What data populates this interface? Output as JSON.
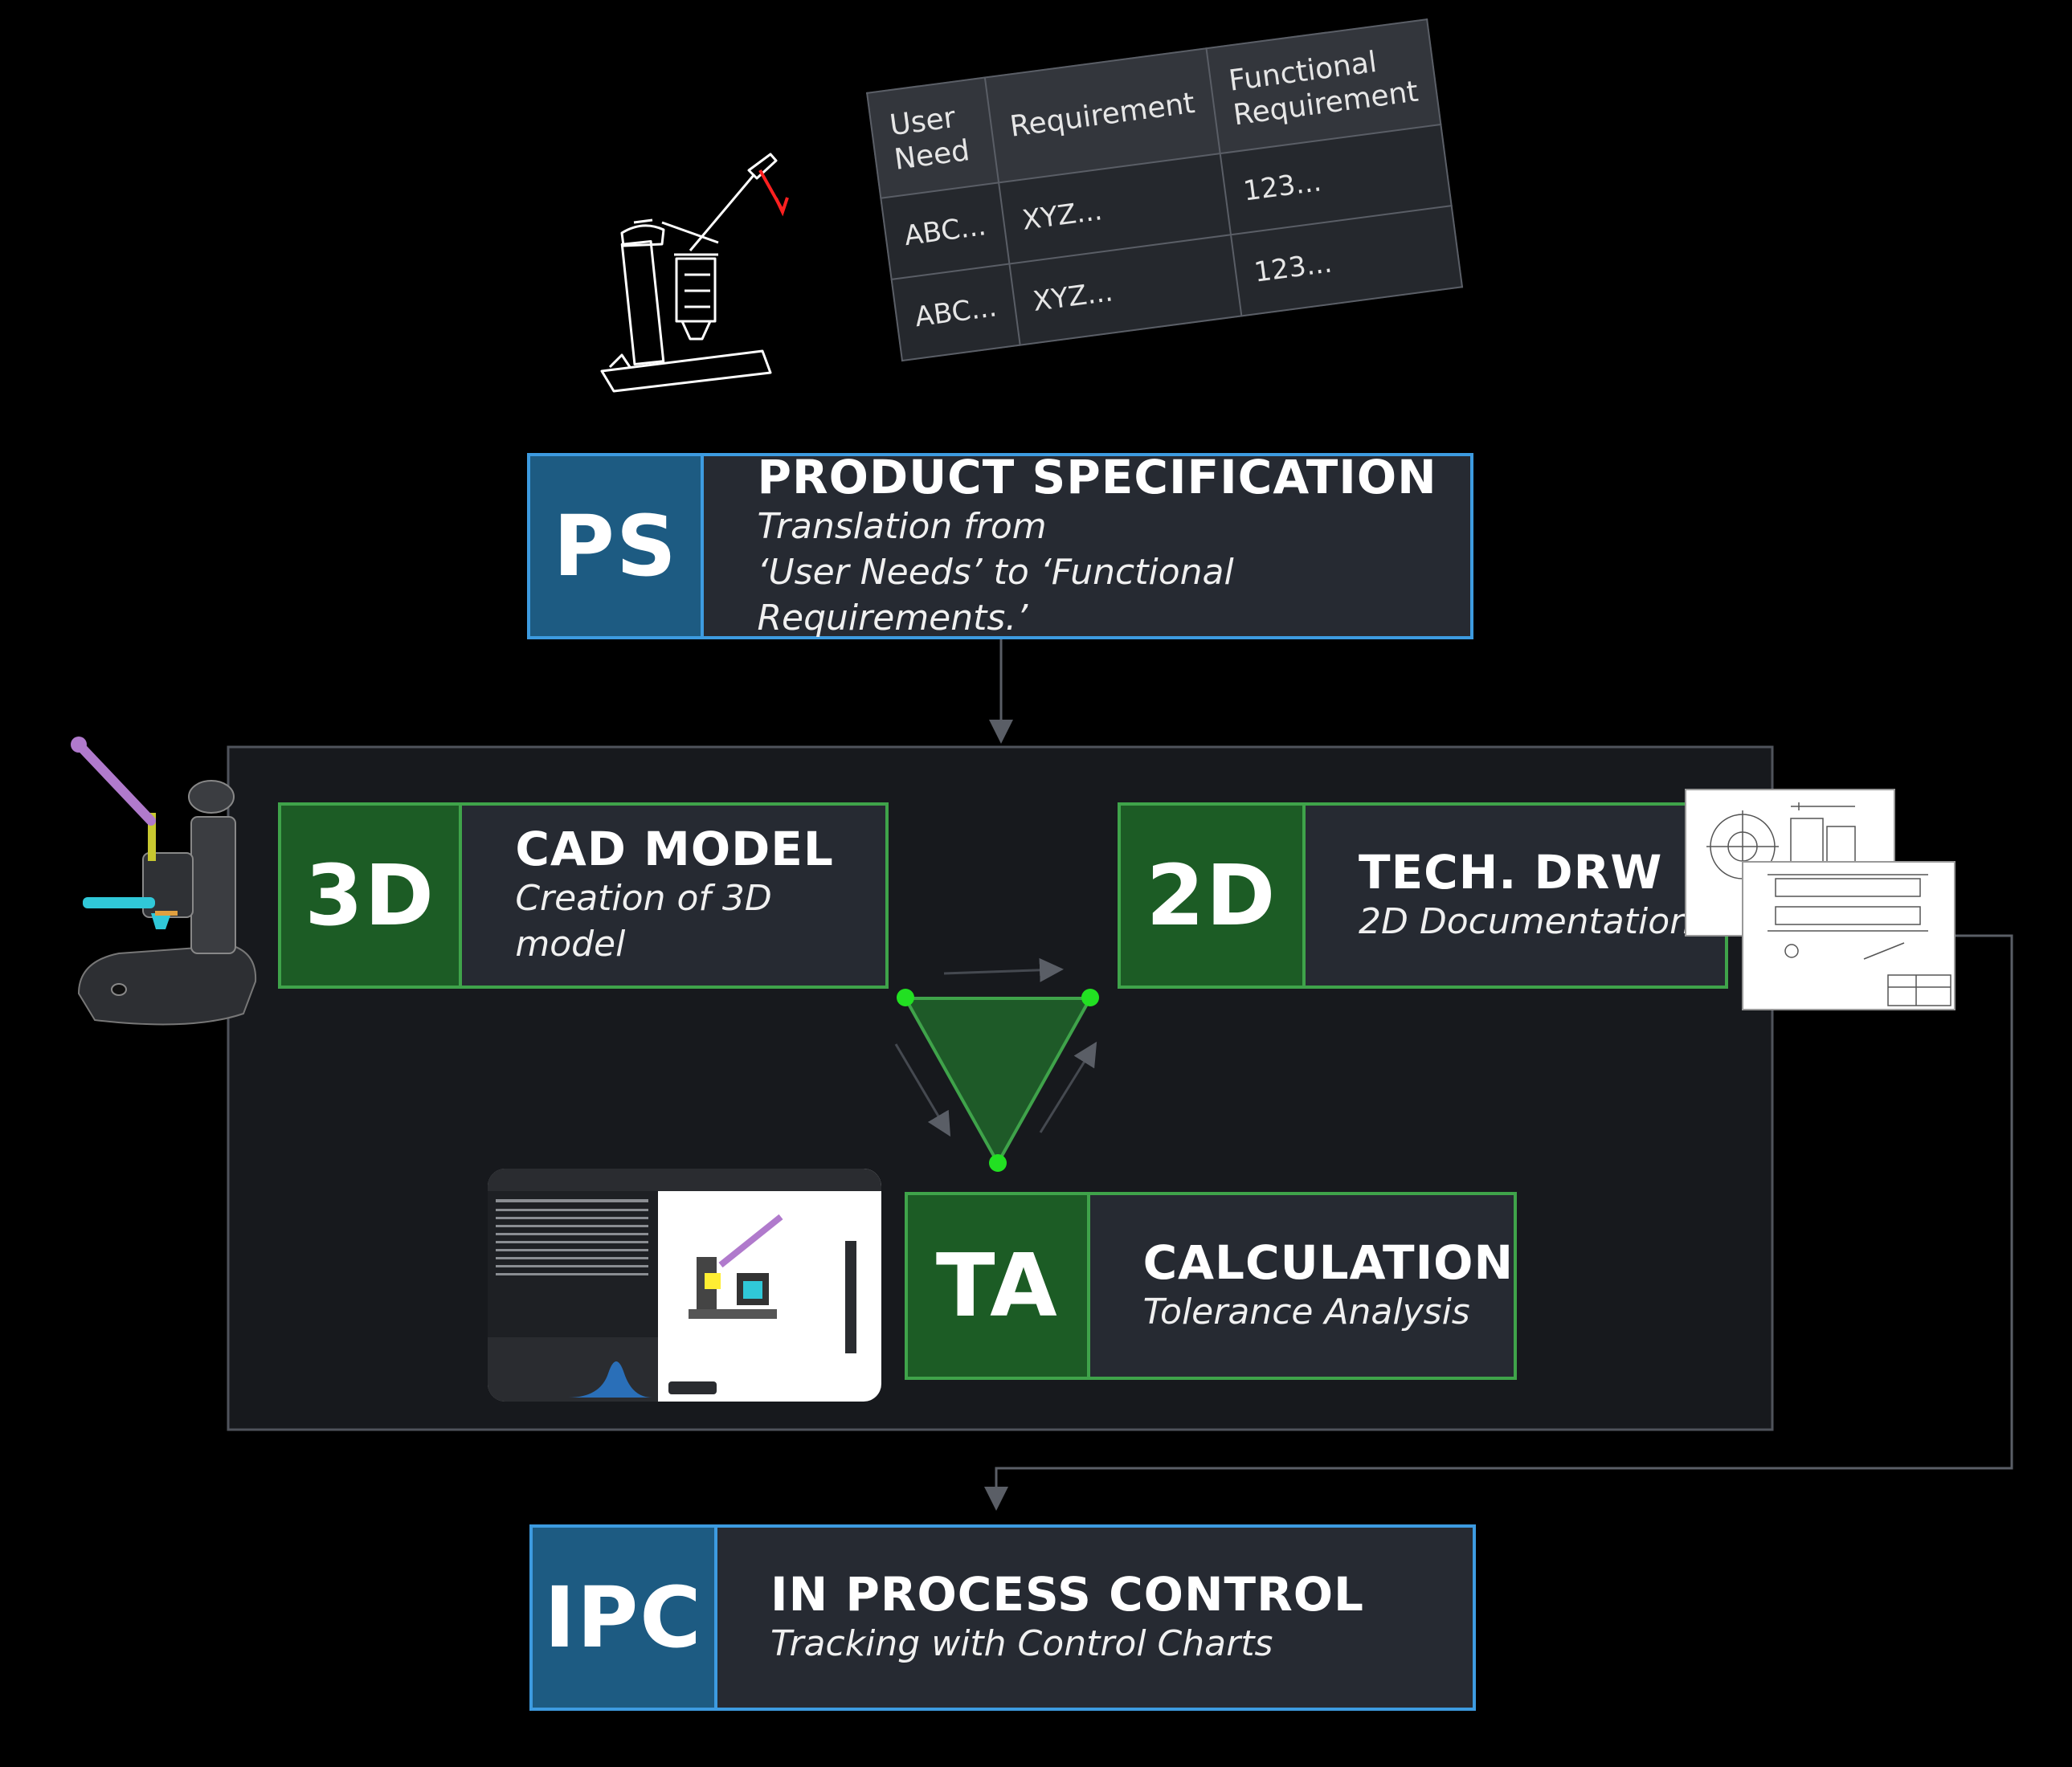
{
  "requirements_table": {
    "headers": [
      "User Need",
      "Requirement",
      "Functional Requirement"
    ],
    "rows": [
      [
        "ABC...",
        "XYZ...",
        "123..."
      ],
      [
        "ABC...",
        "XYZ...",
        "123..."
      ]
    ]
  },
  "steps": {
    "ps": {
      "badge": "PS",
      "title": "PRODUCT SPECIFICATION",
      "line1": "Translation from",
      "line2": "‘User Needs’ to ‘Functional Requirements.’"
    },
    "cad": {
      "badge": "3D",
      "title": "CAD MODEL",
      "line1": "Creation of 3D model"
    },
    "drw": {
      "badge": "2D",
      "title": "TECH. DRW",
      "line1": "2D Documentation"
    },
    "ta": {
      "badge": "TA",
      "title": "CALCULATION",
      "line1": "Tolerance Analysis"
    },
    "ipc": {
      "badge": "IPC",
      "title": "IN PROCESS CONTROL",
      "line1": "Tracking with Control Charts"
    }
  },
  "colors": {
    "blue_border": "#3d9be0",
    "blue_badge": "#1d5b82",
    "green_border": "#3fa34a",
    "green_badge": "#1c5c25",
    "box_fill": "#262a32",
    "node_green": "#22e022",
    "connector": "#4a4e56"
  },
  "icons": {
    "espresso_sketch": "espresso-machine-sketch-icon",
    "espresso_cad": "espresso-machine-cad-icon",
    "tech_drawings": "technical-drawing-sheets-icon",
    "ta_software": "tolerance-analysis-software-screenshot"
  }
}
